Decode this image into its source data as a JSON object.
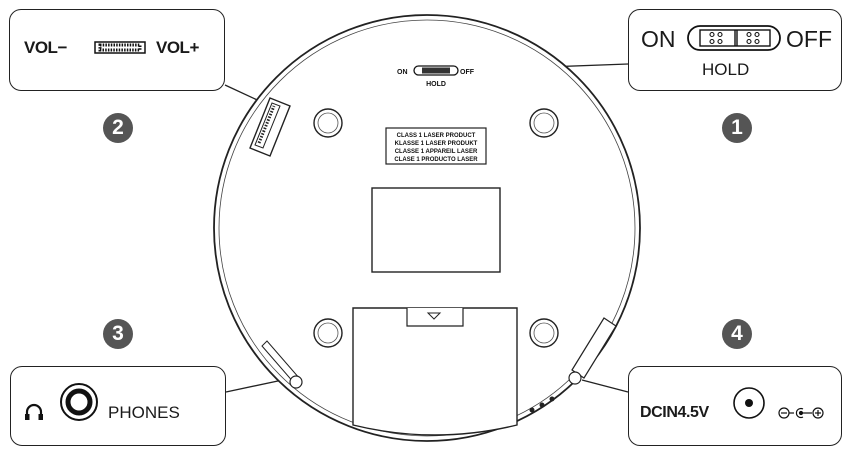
{
  "callouts": {
    "volume": {
      "minus_label": "VOL−",
      "plus_label": "VOL+"
    },
    "hold": {
      "on_label": "ON",
      "off_label": "OFF",
      "hold_label": "HOLD"
    },
    "phones": {
      "label": "PHONES"
    },
    "dcin": {
      "label": "DCIN4.5V"
    }
  },
  "badges": [
    "1",
    "2",
    "3",
    "4"
  ],
  "device": {
    "hold_on": "ON",
    "hold_off": "OFF",
    "hold_label": "HOLD",
    "laser_lines": [
      "CLASS 1 LASER PRODUCT",
      "KLASSE 1 LASER PRODUKT",
      "CLASSE 1 APPAREIL LASER",
      "CLASE 1 PRODUCTO LASER"
    ]
  },
  "colors": {
    "badge": "#555555",
    "line": "#222222"
  }
}
